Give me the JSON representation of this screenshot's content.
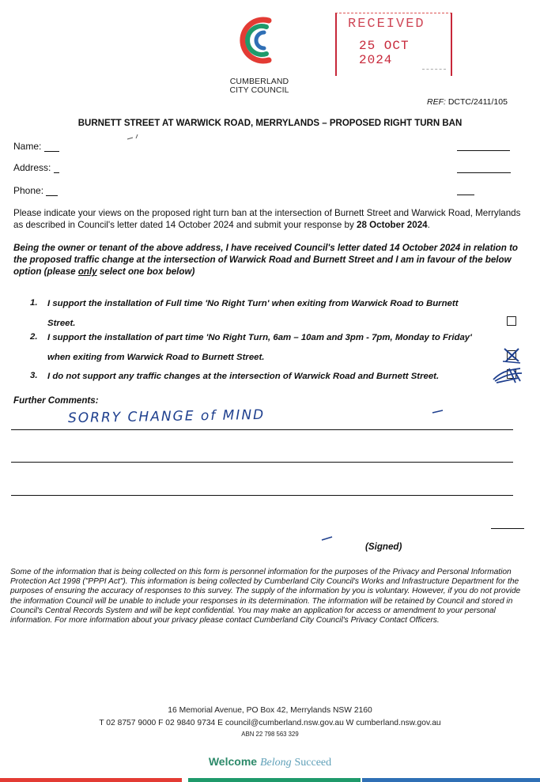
{
  "logo": {
    "line1": "CUMBERLAND",
    "line2": "CITY COUNCIL",
    "colors": {
      "red": "#e33b34",
      "green": "#1f9a6b",
      "blue": "#2f6fb5"
    }
  },
  "stamp": {
    "title": "RECEIVED",
    "date": "25 OCT 2024",
    "color": "#c7283a"
  },
  "ref": {
    "label": "REF:",
    "value": "DCTC/2411/105"
  },
  "title": "BURNETT STREET AT WARWICK ROAD, MERRYLANDS – PROPOSED RIGHT TURN BAN",
  "fields": {
    "name": "Name:",
    "address": "Address:",
    "phone": "Phone:"
  },
  "intro": {
    "text": "Please indicate your views on the proposed right turn ban at the intersection of Burnett Street and Warwick Road, Merrylands as described in Council's letter dated 14 October 2024 and submit your response by ",
    "deadline": "28 October 2024",
    "end": "."
  },
  "statement": {
    "part1": "Being the owner or tenant of the above address, I have received Council's letter dated 14 October 2024 in relation to the proposed traffic change at the intersection of Warwick Road and Burnett Street and I am in favour of the below option (please ",
    "only": "only",
    "part2": " select one box below)"
  },
  "options": [
    {
      "num": "1.",
      "line1": "I support the installation of Full time 'No Right Turn' when exiting from Warwick Road to Burnett",
      "line2": "Street.",
      "marked": false
    },
    {
      "num": "2.",
      "line1": "I support the installation of part time 'No Right Turn, 6am – 10am and 3pm - 7pm, Monday to Friday'",
      "line2": "when exiting from Warwick Road to Burnett Street.",
      "marked": true
    },
    {
      "num": "3.",
      "line1": "I do not support any traffic changes at the intersection of Warwick Road and Burnett Street.",
      "line2": "",
      "marked": true
    }
  ],
  "comments": {
    "label": "Further Comments:",
    "handwritten": "SORRY CHANGE of MIND"
  },
  "signed": "(Signed)",
  "privacy": "Some of the information that is being collected on this form is personnel information for the purposes of the Privacy and Personal Information Protection Act 1998 (\"PPPI Act\"). This information is being collected by Cumberland City Council's Works and Infrastructure Department for the purposes of ensuring the accuracy of responses to this survey. The supply of the information by you is voluntary. However, if you do not provide the information Council will be unable to include your responses in its determination. The information will be retained by Council and stored in Council's Central Records System and will be kept confidential. You may make an application for access or amendment to your personal information. For more information about your privacy please contact Cumberland City Council's Privacy Contact Officers.",
  "footer": {
    "address": "16 Memorial Avenue, PO Box 42, Merrylands NSW 2160",
    "contacts": "T 02 8757 9000   F 02 9840 9734   E council@cumberland.nsw.gov.au   W cumberland.nsw.gov.au",
    "abn": "ABN 22 798 563 329"
  },
  "tagline": {
    "welcome": "Welcome",
    "belong": "Belong",
    "succeed": "Succeed"
  },
  "bar_colors": [
    "#e33b34",
    "#2f6fb5",
    "#1f9a6b",
    "#2f6fb5"
  ]
}
